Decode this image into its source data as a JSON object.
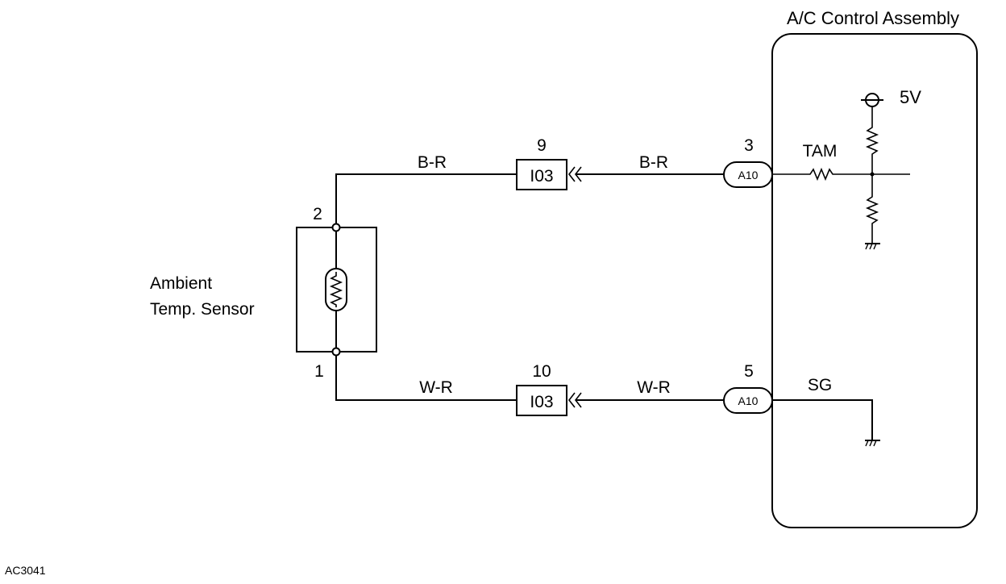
{
  "title": "A/C Control Assembly",
  "figure_code": "AC3041",
  "sensor": {
    "label_line1": "Ambient",
    "label_line2": "Temp. Sensor",
    "pin_top": "2",
    "pin_bottom": "1"
  },
  "wires": {
    "top": {
      "color_left": "B-R",
      "color_right": "B-R",
      "junction_pin": "9",
      "junction_id": "I03",
      "connector_pin": "3",
      "connector_id": "A10"
    },
    "bottom": {
      "color_left": "W-R",
      "color_right": "W-R",
      "junction_pin": "10",
      "junction_id": "I03",
      "connector_pin": "5",
      "connector_id": "A10"
    }
  },
  "control": {
    "tam_label": "TAM",
    "sg_label": "SG",
    "supply_label": "5V"
  }
}
